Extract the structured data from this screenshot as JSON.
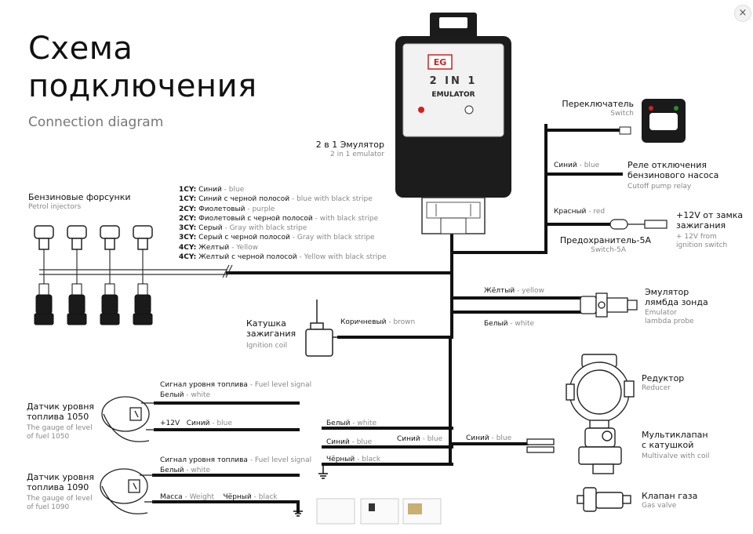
{
  "header": {
    "title_line1": "Схема",
    "title_line2": "подключения",
    "subtitle": "Connection diagram"
  },
  "emulator": {
    "brand": "EG",
    "model": "2 IN 1",
    "name": "EMULATOR",
    "label_ru": "2 в 1 Эмулятор",
    "label_en": "2 in 1 emulator"
  },
  "injectors": {
    "label_ru": "Бензиновые форсунки",
    "label_en": "Petrol injectors",
    "wires": [
      {
        "code": "1CY:",
        "ru": "Синий",
        "en": "blue"
      },
      {
        "code": "1CY:",
        "ru": "Синий с черной полосой",
        "en": "blue with black stripe"
      },
      {
        "code": "2CY:",
        "ru": "Фиолетовый",
        "en": "purple"
      },
      {
        "code": "2CY:",
        "ru": "Фиолетовый с черной полосой",
        "en": "with black stripe"
      },
      {
        "code": "3CY:",
        "ru": "Серый",
        "en": "Gray with black stripe"
      },
      {
        "code": "3CY:",
        "ru": "Серый с черной полосой",
        "en": "Gray with black stripe"
      },
      {
        "code": "4CY:",
        "ru": "Желтый",
        "en": "Yellow"
      },
      {
        "code": "4CY:",
        "ru": "Желтый с черной полосой",
        "en": "Yellow with black stripe"
      }
    ]
  },
  "switch": {
    "label_ru": "Переключатель",
    "label_en": "Switch"
  },
  "pump_relay": {
    "wire_ru": "Синий",
    "wire_en": "blue",
    "label_ru_1": "Реле отключения",
    "label_ru_2": "бензинового насоса",
    "label_en": "Cutoff pump relay"
  },
  "ignition_12v": {
    "wire_ru": "Красный",
    "wire_en": "red",
    "fuse_ru": "Предохранитель-5А",
    "fuse_en": "Switch-5A",
    "label_ru_1": "+12V от замка",
    "label_ru_2": "зажигания",
    "label_en_1": "+ 12V from",
    "label_en_2": "ignition switch"
  },
  "lambda": {
    "wire1_ru": "Жёлтый",
    "wire1_en": "yellow",
    "wire2_ru": "Белый",
    "wire2_en": "white",
    "label_ru_1": "Эмулятор",
    "label_ru_2": "лямбда зонда",
    "label_en_1": "Emulator",
    "label_en_2": "lambda probe"
  },
  "coil": {
    "wire_ru": "Коричневый",
    "wire_en": "brown",
    "label_ru_1": "Катушка",
    "label_ru_2": "зажигания",
    "label_en": "Ignition coil"
  },
  "gauge1050": {
    "signal_ru": "Сигнал уровня  топлива",
    "signal_en": "Fuel level signal",
    "white_ru": "Белый",
    "white_en": "white",
    "v12": "+12V",
    "blue_ru": "Синий",
    "blue_en": "blue",
    "label_ru_1": "Датчик уровня",
    "label_ru_2": "топлива 1050",
    "label_en_1": "The gauge of level",
    "label_en_2": "of fuel 1050"
  },
  "gauge1090": {
    "signal_ru": "Сигнал уровня  топлива",
    "signal_en": "Fuel level signal",
    "white_ru": "Белый",
    "white_en": "white",
    "mass_ru": "Масса",
    "mass_en": "Weight",
    "black_ru": "Чёрный",
    "black_en": "black",
    "label_ru_1": "Датчик уровня",
    "label_ru_2": "топлива 1090",
    "label_en_1": "The gauge of level",
    "label_en_2": "of fuel 1090"
  },
  "bottom_wires": {
    "white_ru": "Белый",
    "white_en": "white",
    "blue_ru": "Синий",
    "blue_en": "blue",
    "black_ru": "Чёрный",
    "black_en": "black",
    "blue2_ru": "Синий",
    "blue2_en": "blue",
    "blue3_ru": "Синий",
    "blue3_en": "blue"
  },
  "reducer": {
    "label_ru": "Редуктор",
    "label_en": "Reducer"
  },
  "multivalve": {
    "label_ru_1": "Мультиклапан",
    "label_ru_2": "с катушкой",
    "label_en": "Multivalve with coil"
  },
  "gas_valve": {
    "label_ru": "Клапан газа",
    "label_en": "Gas valve"
  },
  "close_icon": "×",
  "colors": {
    "wire": "#111111",
    "muted": "#888888",
    "accent": "#d32020"
  }
}
